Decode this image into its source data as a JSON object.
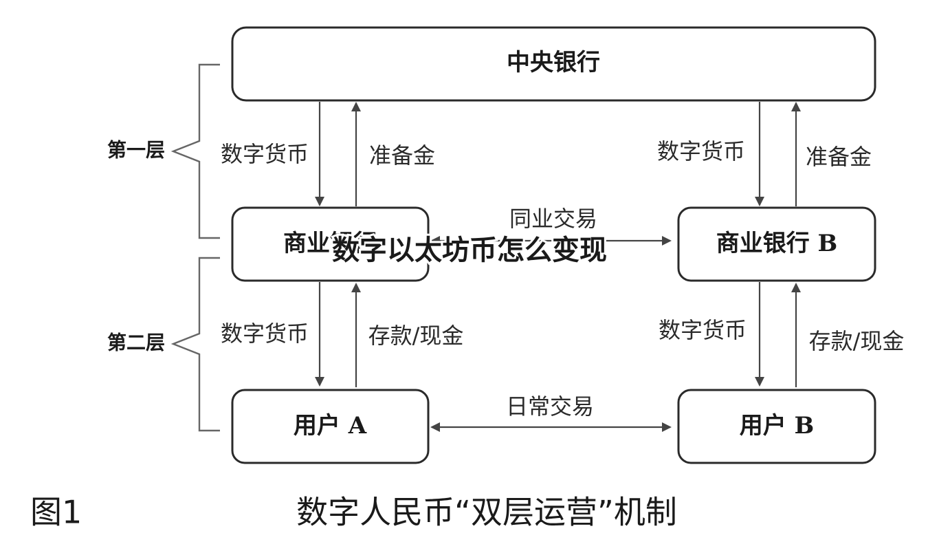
{
  "nodes": {
    "central_bank": "中央银行",
    "bank_a": "商业银行",
    "bank_b": "商业银行 B",
    "user_a": "用户 A",
    "user_b": "用户 B"
  },
  "layers": {
    "first": "第一层",
    "second": "第二层"
  },
  "edges": {
    "central_to_bank_a": "数字货币",
    "bank_a_to_central": "准备金",
    "central_to_bank_b": "数字货币",
    "bank_b_to_central": "准备金",
    "interbank": "同业交易",
    "bank_a_to_user_a": "数字货币",
    "user_a_to_bank_a": "存款/现金",
    "bank_b_to_user_b": "数字货币",
    "user_b_to_bank_b": "存款/现金",
    "user_trade": "日常交易"
  },
  "caption": {
    "number": "图1",
    "title": "数字人民币“双层运营”机制"
  },
  "overlay": {
    "text": "数字以太坊币怎么变现"
  }
}
